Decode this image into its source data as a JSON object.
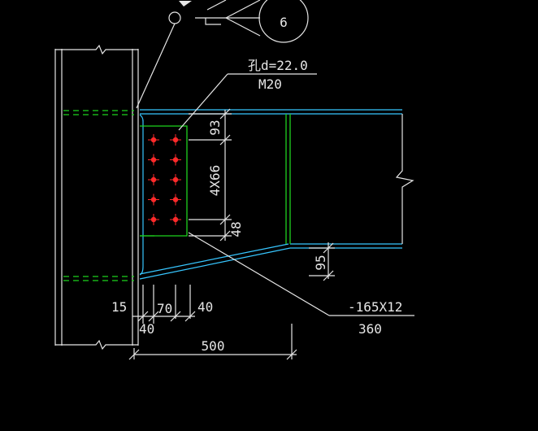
{
  "labels": {
    "detail_number": "6",
    "hole_diameter": "孔d=22.0",
    "bolt_size": "M20",
    "dim_top_edge": "93",
    "dim_pitch": "4X66",
    "dim_bottom_edge": "48",
    "dim_haunch_depth": "95",
    "dim_gap": "15",
    "dim_bolt_gauge": "70",
    "dim_edge_right": "40",
    "dim_edge_left": "40",
    "plate_section": "-165X12",
    "plate_length": "360",
    "dim_haunch_length": "500"
  },
  "colors": {
    "background": "#000000",
    "outline": "#e6e6e6",
    "beam": "#37c6ff",
    "plate": "#1ed21e",
    "bolt": "#ff2a2a"
  },
  "bolts": {
    "columns": 2,
    "rows": 5
  }
}
